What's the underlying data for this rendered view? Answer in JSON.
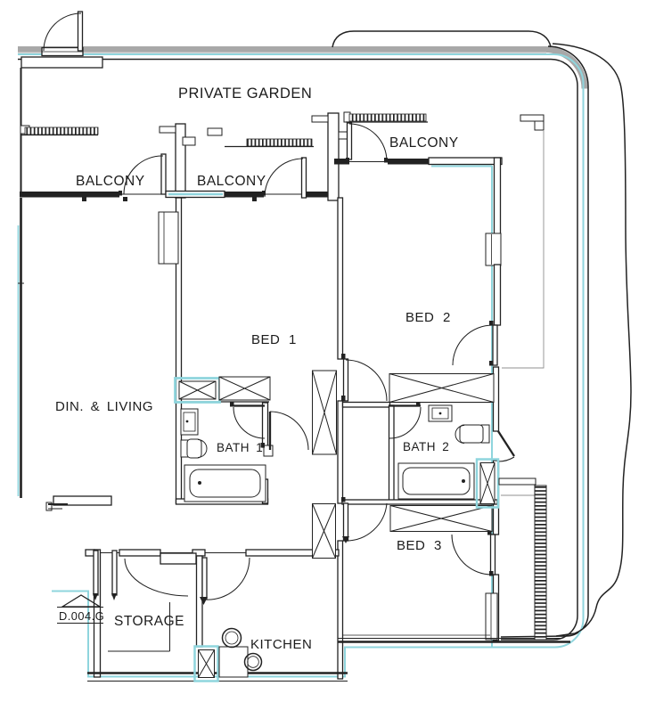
{
  "document": {
    "type": "architectural-floor-plan"
  },
  "rooms": {
    "private_garden": "PRIVATE GARDEN",
    "balcony_left": "BALCONY",
    "balcony_middle": "BALCONY",
    "balcony_right": "BALCONY",
    "bed_1": "BED 1",
    "bed_2": "BED 2",
    "bed_3": "BED 3",
    "bath_1": "BATH 1",
    "bath_2": "BATH 2",
    "dining_living": "DIN. & LIVING",
    "storage": "STORAGE",
    "kitchen": "KITCHEN"
  },
  "annotations": {
    "door_tag": "D.004.G"
  },
  "colors": {
    "wall_line": "#222222",
    "accent_cyan": "#8fd5dd",
    "band_gray": "#a8a8a8",
    "band_gray_light": "#d6d6d6",
    "thin_gray": "#909090",
    "background": "#ffffff"
  }
}
